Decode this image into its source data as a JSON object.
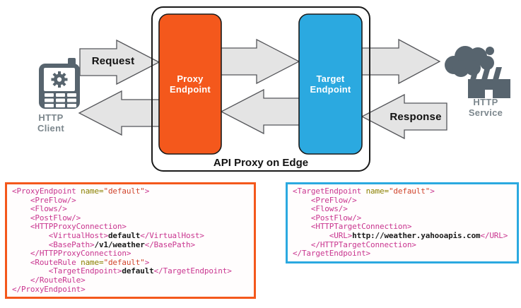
{
  "diagram": {
    "client": {
      "label": "HTTP\nClient",
      "icon": "mobile-phone-gear-icon"
    },
    "service": {
      "label": "HTTP\nService",
      "icon": "factory-cloud-icon"
    },
    "request_label": "Request",
    "response_label": "Response",
    "container_label": "API Proxy on Edge",
    "proxy_box": {
      "label": "Proxy\nEndpoint",
      "color": "#F4581C"
    },
    "target_box": {
      "label": "Target\nEndpoint",
      "color": "#2BA9E0"
    }
  },
  "colors": {
    "proxy_accent": "#F4581C",
    "target_accent": "#2BA9E0",
    "icon_gray": "#57646E",
    "label_gray": "#7C878D",
    "arrow_fill": "#E4E4E4",
    "arrow_stroke": "#55565A",
    "xml_tag": "#C9358F",
    "xml_attr_name": "#8B8000",
    "xml_attr_value": "#D0432B",
    "xml_element_text": "#1A1A1A"
  },
  "code_blocks": {
    "proxy": {
      "border_color": "#F4581C",
      "lines": [
        [
          [
            "m",
            "<ProxyEndpoint "
          ],
          [
            "a",
            "name="
          ],
          [
            "s",
            "\"default\""
          ],
          [
            "m",
            ">"
          ]
        ],
        [
          [
            "m",
            "    <PreFlow/>"
          ]
        ],
        [
          [
            "m",
            "    <Flows/>"
          ]
        ],
        [
          [
            "m",
            "    <PostFlow/>"
          ]
        ],
        [
          [
            "m",
            "    <HTTPProxyConnection>"
          ]
        ],
        [
          [
            "m",
            "        <VirtualHost>"
          ],
          [
            "t",
            "default"
          ],
          [
            "m",
            "</VirtualHost>"
          ]
        ],
        [
          [
            "m",
            "        <BasePath>"
          ],
          [
            "t",
            "/v1/weather"
          ],
          [
            "m",
            "</BasePath>"
          ]
        ],
        [
          [
            "m",
            "    </HTTPProxyConnection>"
          ]
        ],
        [
          [
            "m",
            "    <RouteRule "
          ],
          [
            "a",
            "name="
          ],
          [
            "s",
            "\"default\""
          ],
          [
            "m",
            ">"
          ]
        ],
        [
          [
            "m",
            "        <TargetEndpoint>"
          ],
          [
            "t",
            "default"
          ],
          [
            "m",
            "</TargetEndpoint>"
          ]
        ],
        [
          [
            "m",
            "    </RouteRule>"
          ]
        ],
        [
          [
            "m",
            "</ProxyEndpoint>"
          ]
        ]
      ]
    },
    "target": {
      "border_color": "#2BA9E0",
      "lines": [
        [
          [
            "m",
            "<TargetEndpoint "
          ],
          [
            "a",
            "name="
          ],
          [
            "s",
            "\"default\""
          ],
          [
            "m",
            ">"
          ]
        ],
        [
          [
            "m",
            "    <PreFlow/>"
          ]
        ],
        [
          [
            "m",
            "    <Flows/>"
          ]
        ],
        [
          [
            "m",
            "    <PostFlow/>"
          ]
        ],
        [
          [
            "m",
            "    <HTTPTargetConnection>"
          ]
        ],
        [
          [
            "m",
            "        <URL>"
          ],
          [
            "t",
            "http://weather.yahooapis.com"
          ],
          [
            "m",
            "</URL>"
          ]
        ],
        [
          [
            "m",
            "    </HTTPTargetConnection>"
          ]
        ],
        [
          [
            "m",
            "</TargetEndpoint>"
          ]
        ]
      ]
    }
  }
}
